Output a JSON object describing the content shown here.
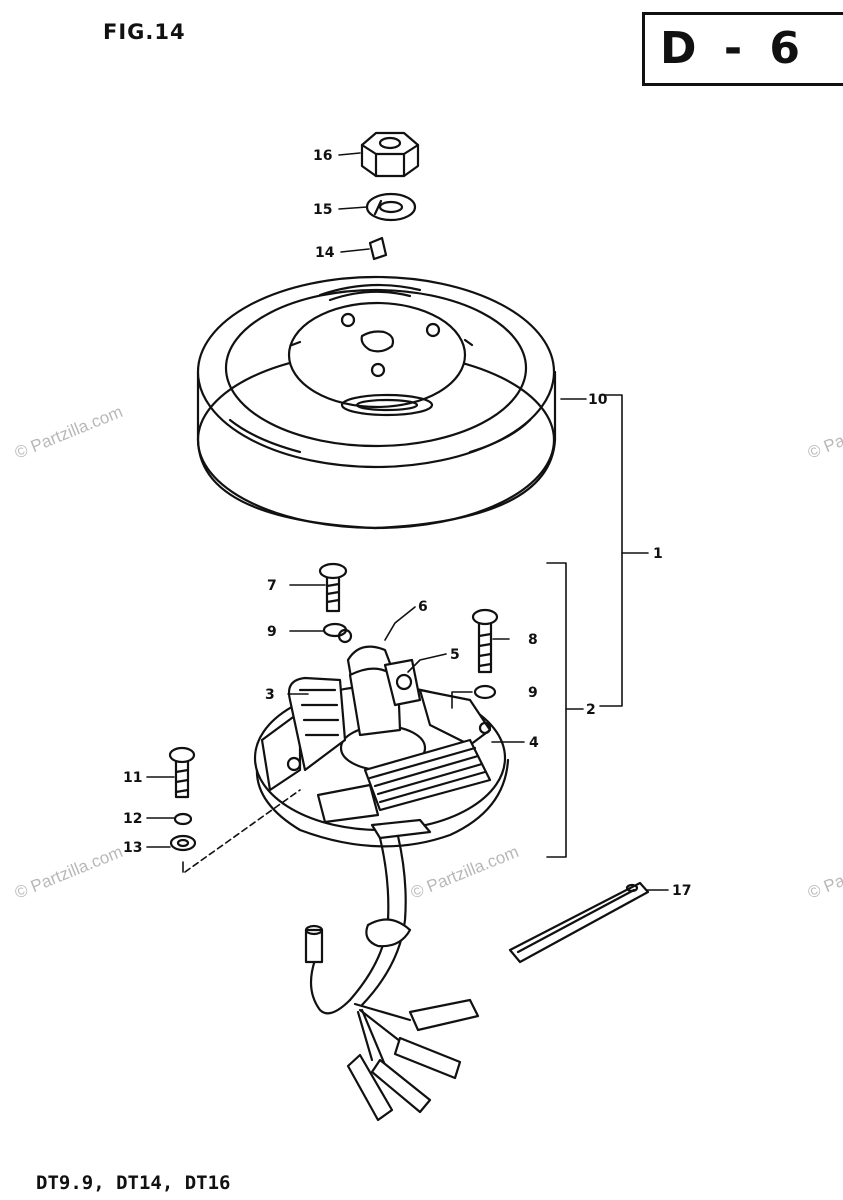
{
  "figure_label": "FIG.14",
  "section_code": "D - 6",
  "models": "DT9.9, DT14, DT16",
  "watermark": "© Partzilla.com",
  "callouts": {
    "c1": "1",
    "c2": "2",
    "c3": "3",
    "c4": "4",
    "c5": "5",
    "c6": "6",
    "c7": "7",
    "c8": "8",
    "c9a": "9",
    "c9b": "9",
    "c10": "10",
    "c11": "11",
    "c12": "12",
    "c13": "13",
    "c14": "14",
    "c15": "15",
    "c16": "16",
    "c17": "17"
  }
}
